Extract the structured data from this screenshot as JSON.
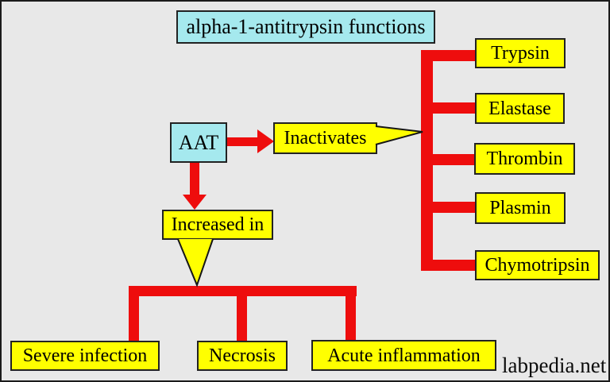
{
  "title": "alpha-1-antitrypsin functions",
  "diagram": {
    "root": {
      "label": "AAT"
    },
    "action": {
      "label": "Inactivates"
    },
    "inactivates_targets": [
      {
        "label": "Trypsin"
      },
      {
        "label": "Elastase"
      },
      {
        "label": "Thrombin"
      },
      {
        "label": "Plasmin"
      },
      {
        "label": "Chymotripsin"
      }
    ],
    "increased": {
      "label": "Increased in"
    },
    "increased_targets": [
      {
        "label": "Severe infection"
      },
      {
        "label": "Necrosis"
      },
      {
        "label": "Acute inflammation"
      }
    ]
  },
  "watermark": "labpedia.net",
  "colors": {
    "background": "#e8e8e8",
    "cyan_box": "#a5e9ee",
    "yellow_box": "#ffff00",
    "connector_red": "#ee0d0d",
    "border": "#222222",
    "text": "#000000"
  }
}
